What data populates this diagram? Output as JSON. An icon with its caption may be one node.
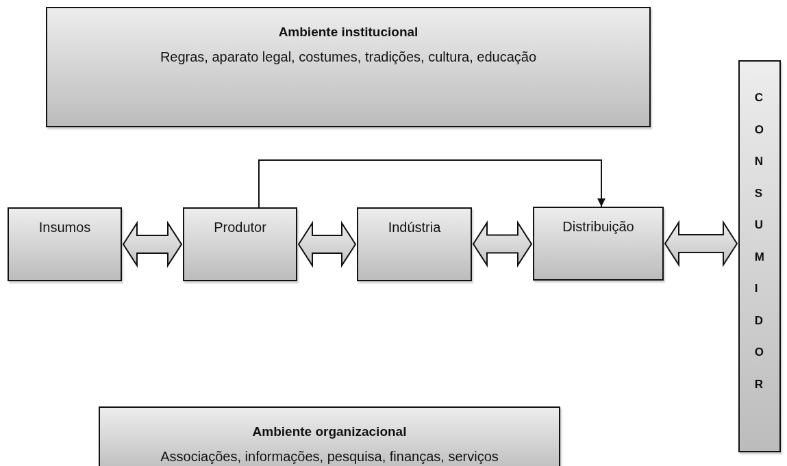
{
  "diagram": {
    "nodes": [
      {
        "text": [
          "Ambiente institucional",
          "Regras, aparato legal, costumes, tradições, cultura, educação"
        ]
      },
      {
        "text": [
          "Insumos"
        ]
      },
      {
        "text": [
          "Produtor"
        ]
      },
      {
        "text": [
          "Indústria"
        ]
      },
      {
        "text": [
          "Distribuição"
        ]
      },
      {
        "text": [
          "CONSUMIDOR"
        ]
      },
      {
        "text": [
          "Ambiente organizacional",
          "Associações, informações, pesquisa, finanças, serviços"
        ]
      }
    ],
    "edges": [
      {
        "from": 1,
        "to": 2,
        "arrow": "both"
      },
      {
        "from": 2,
        "to": 3,
        "arrow": "both"
      },
      {
        "from": 3,
        "to": 4,
        "arrow": "both"
      },
      {
        "from": 4,
        "to": 5,
        "arrow": "both"
      },
      {
        "from": 2,
        "to": 4,
        "arrow": "to"
      }
    ]
  }
}
